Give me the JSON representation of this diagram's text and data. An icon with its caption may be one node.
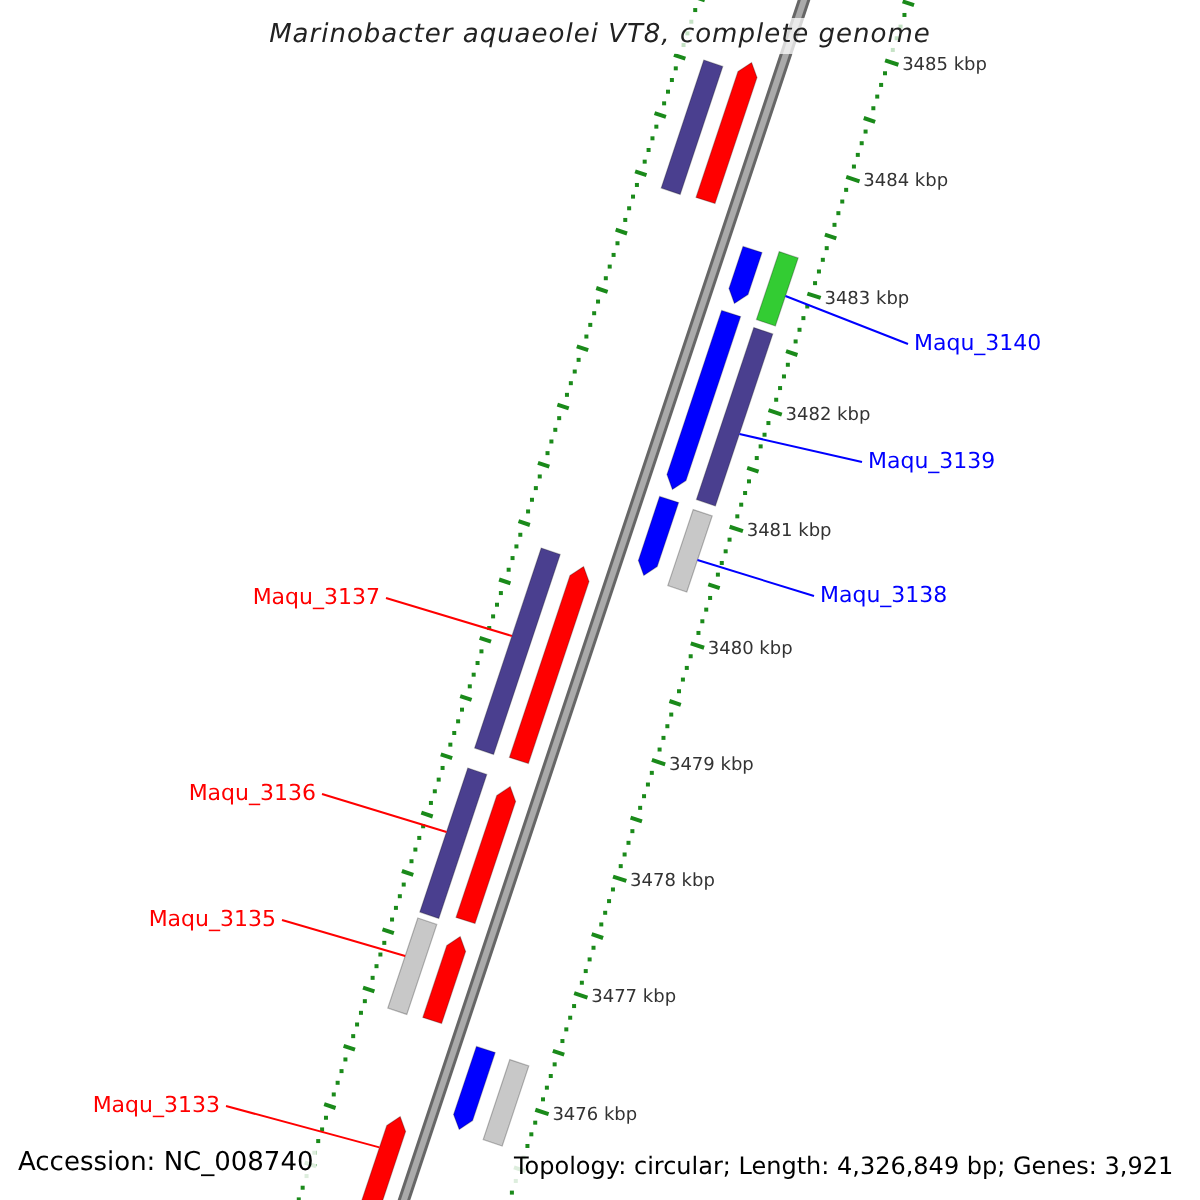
{
  "diagram": {
    "title": "Marinobacter aquaeolei VT8, complete genome",
    "nodes": [
      {
        "text": [
          "Maqu_3140"
        ]
      },
      {
        "text": [
          "Maqu_3139"
        ]
      },
      {
        "text": [
          "Maqu_3138"
        ]
      },
      {
        "text": [
          "Maqu_3137"
        ]
      },
      {
        "text": [
          "Maqu_3136"
        ]
      },
      {
        "text": [
          "Maqu_3135"
        ]
      },
      {
        "text": [
          "Maqu_3133"
        ]
      },
      {
        "text": [],
        "shape": "bar"
      },
      {
        "text": [],
        "shape": "pentagon"
      },
      {
        "text": [],
        "shape": "bar"
      },
      {
        "text": [],
        "shape": "pentagon"
      },
      {
        "text": [],
        "shape": "pentagon"
      },
      {
        "text": [],
        "shape": "bar"
      },
      {
        "text": [],
        "shape": "pentagon"
      },
      {
        "text": [],
        "shape": "bar"
      },
      {
        "text": [],
        "shape": "bar"
      },
      {
        "text": [],
        "shape": "pentagon"
      },
      {
        "text": [],
        "shape": "bar"
      },
      {
        "text": [],
        "shape": "pentagon"
      },
      {
        "text": [],
        "shape": "bar"
      },
      {
        "text": [],
        "shape": "pentagon"
      },
      {
        "text": [],
        "shape": "pentagon"
      },
      {
        "text": [],
        "shape": "bar"
      },
      {
        "text": [],
        "shape": "pentagon"
      }
    ],
    "edges": [
      {
        "from": 0,
        "to": 9,
        "arrow": "none",
        "color": "#0000ff"
      },
      {
        "from": 1,
        "to": 12,
        "arrow": "none",
        "color": "#0000ff"
      },
      {
        "from": 2,
        "to": 14,
        "arrow": "none",
        "color": "#0000ff"
      },
      {
        "from": 3,
        "to": 15,
        "arrow": "none",
        "color": "#ff0000"
      },
      {
        "from": 4,
        "to": 17,
        "arrow": "none",
        "color": "#ff0000"
      },
      {
        "from": 5,
        "to": 19,
        "arrow": "none",
        "color": "#ff0000"
      },
      {
        "from": 6,
        "to": 23,
        "arrow": "none",
        "color": "#ff0000"
      }
    ],
    "labels": [
      "3485 kbp",
      "3484 kbp",
      "3483 kbp",
      "3482 kbp",
      "3481 kbp",
      "3480 kbp",
      "3479 kbp",
      "3478 kbp",
      "3477 kbp",
      "3476 kbp",
      "Accession: NC_008740",
      "Topology: circular; Length: 4,326,849 bp; Genes: 3,921"
    ]
  }
}
